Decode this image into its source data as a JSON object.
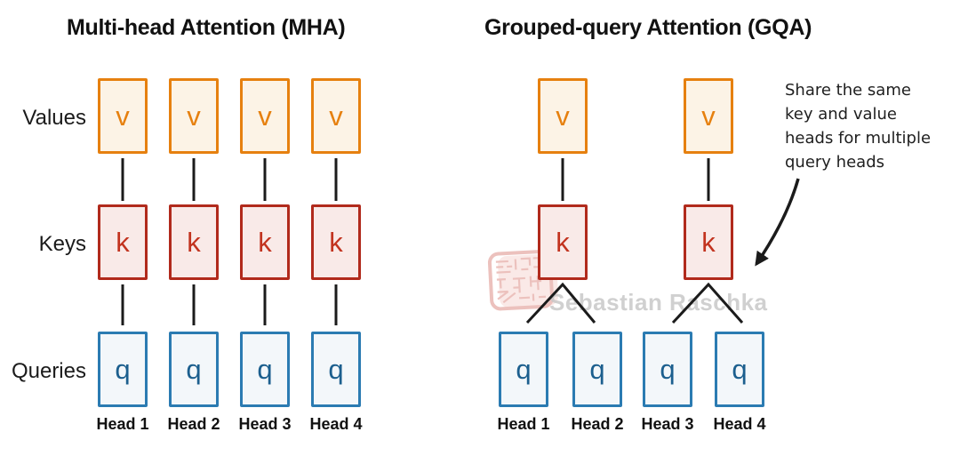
{
  "panels": {
    "mha": {
      "title": "Multi-head Attention (MHA)",
      "letters": {
        "v": "v",
        "k": "k",
        "q": "q"
      },
      "heads": [
        "Head 1",
        "Head 2",
        "Head 3",
        "Head 4"
      ]
    },
    "gqa": {
      "title": "Grouped-query Attention (GQA)",
      "letters": {
        "v": "v",
        "k": "k",
        "q": "q"
      },
      "heads": [
        "Head 1",
        "Head 2",
        "Head 3",
        "Head 4"
      ],
      "annotation": {
        "lines": [
          "Share the same",
          "key and value",
          "heads for multiple",
          "query heads"
        ]
      }
    }
  },
  "row_labels": {
    "values": "Values",
    "keys": "Keys",
    "queries": "Queries"
  },
  "watermark": {
    "text": "Sebastian Raschka"
  },
  "colors": {
    "value_border": "#E6800F",
    "value_fill": "#FCF3E6",
    "value_text": "#E6800F",
    "key_border": "#B12A1C",
    "key_fill": "#F9EAE8",
    "key_text": "#C2331F",
    "query_border": "#2B7BB2",
    "query_fill": "#F3F7FA",
    "query_text": "#1C5F8E",
    "connector": "#1B1B1B",
    "watermark_text": "#C8C8C8",
    "stamp": "#CE5F54"
  }
}
